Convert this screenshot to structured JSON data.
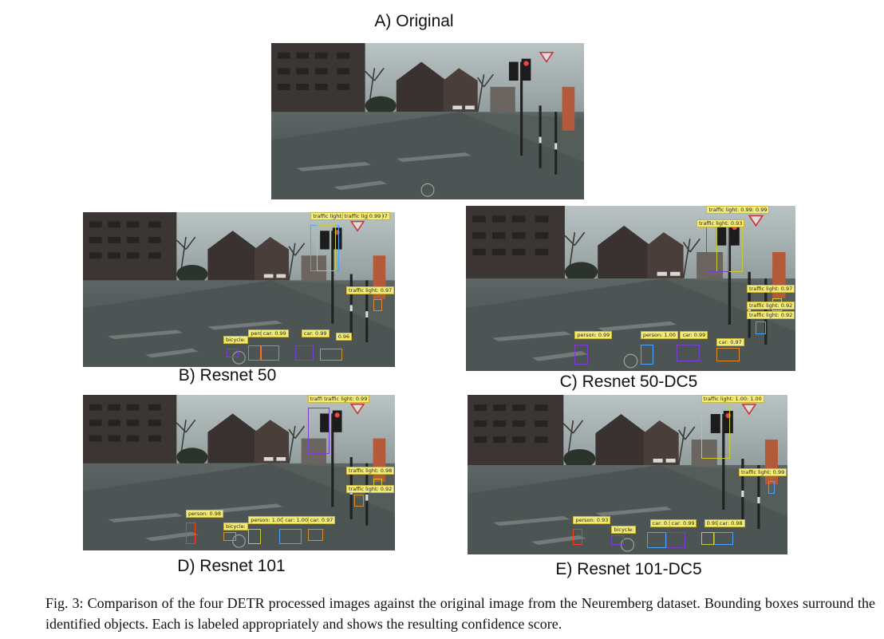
{
  "panels": [
    {
      "id": "A",
      "title": "A) Original",
      "detections": []
    },
    {
      "id": "B",
      "title": "B) Resnet 50",
      "detections": [
        {
          "label": "traffic light: 0.98",
          "color": "#4aa3ff"
        },
        {
          "label": "traffic light: 0.97",
          "color": "#c9c930"
        },
        {
          "label": "0.99",
          "color": "#c9c930"
        },
        {
          "label": "traffic light: 0.97",
          "color": "#e08a2a"
        },
        {
          "label": "bicycle:",
          "color": "#7a3fd1"
        },
        {
          "label": "person: 0.9",
          "color": "#ff6a1a"
        },
        {
          "label": "car: 0.99",
          "color": "#4aa3ff"
        },
        {
          "label": "car: 0.99",
          "color": "#7a3fd1"
        },
        {
          "label": "0.96",
          "color": "#e08a2a"
        }
      ]
    },
    {
      "id": "C",
      "title": "C) Resnet 50-DC5",
      "detections": [
        {
          "label": "traffic light: 0.99: 0.99",
          "color": "#c9c930"
        },
        {
          "label": "traffic light: 0.93",
          "color": "#7a3fd1"
        },
        {
          "label": "traffic light: 0.97",
          "color": "#c9c930"
        },
        {
          "label": "traffic light: 0.92",
          "color": "#e08a2a"
        },
        {
          "label": "traffic light: 0.92",
          "color": "#4aa3ff"
        },
        {
          "label": "person: 0.99",
          "color": "#7a3fd1"
        },
        {
          "label": "person: 1.00",
          "color": "#4aa3ff"
        },
        {
          "label": "car: 0.99",
          "color": "#7a3fd1"
        },
        {
          "label": "car: 0.97",
          "color": "#e08a2a"
        }
      ]
    },
    {
      "id": "D",
      "title": "D) Resnet 101",
      "detections": [
        {
          "label": "traffi traffic light: 0.99",
          "color": "#7a3fd1"
        },
        {
          "label": "traffic light: 0.98",
          "color": "#c9c930"
        },
        {
          "label": "traffic light: 0.92",
          "color": "#e08a2a"
        },
        {
          "label": "person: 0.98",
          "color": "#ff3a1a"
        },
        {
          "label": "bicycle:",
          "color": "#e08a2a"
        },
        {
          "label": "person: 1.00",
          "color": "#c9c930"
        },
        {
          "label": "car: 1.00",
          "color": "#4aa3ff"
        },
        {
          "label": "car: 0.97",
          "color": "#e08a2a"
        }
      ]
    },
    {
      "id": "E",
      "title": "E) Resnet 101-DC5",
      "detections": [
        {
          "label": "traffic light: 1.00: 1.00",
          "color": "#c9c930"
        },
        {
          "label": "traffic light: 0.99",
          "color": "#4aa3ff"
        },
        {
          "label": "person: 0.93",
          "color": "#ff3a1a"
        },
        {
          "label": "bicycle:",
          "color": "#7a3fd1"
        },
        {
          "label": "car: 0.99",
          "color": "#4aa3ff"
        },
        {
          "label": "car: 0.99",
          "color": "#7a3fd1"
        },
        {
          "label": "0.99",
          "color": "#c9c930"
        },
        {
          "label": "car: 0.98",
          "color": "#4aa3ff"
        }
      ]
    }
  ],
  "caption": "Fig. 3: Comparison of the four DETR processed images against the original image from the Neuremberg dataset. Bounding boxes surround the identified objects. Each is labeled appropriately and shows the resulting confidence score."
}
